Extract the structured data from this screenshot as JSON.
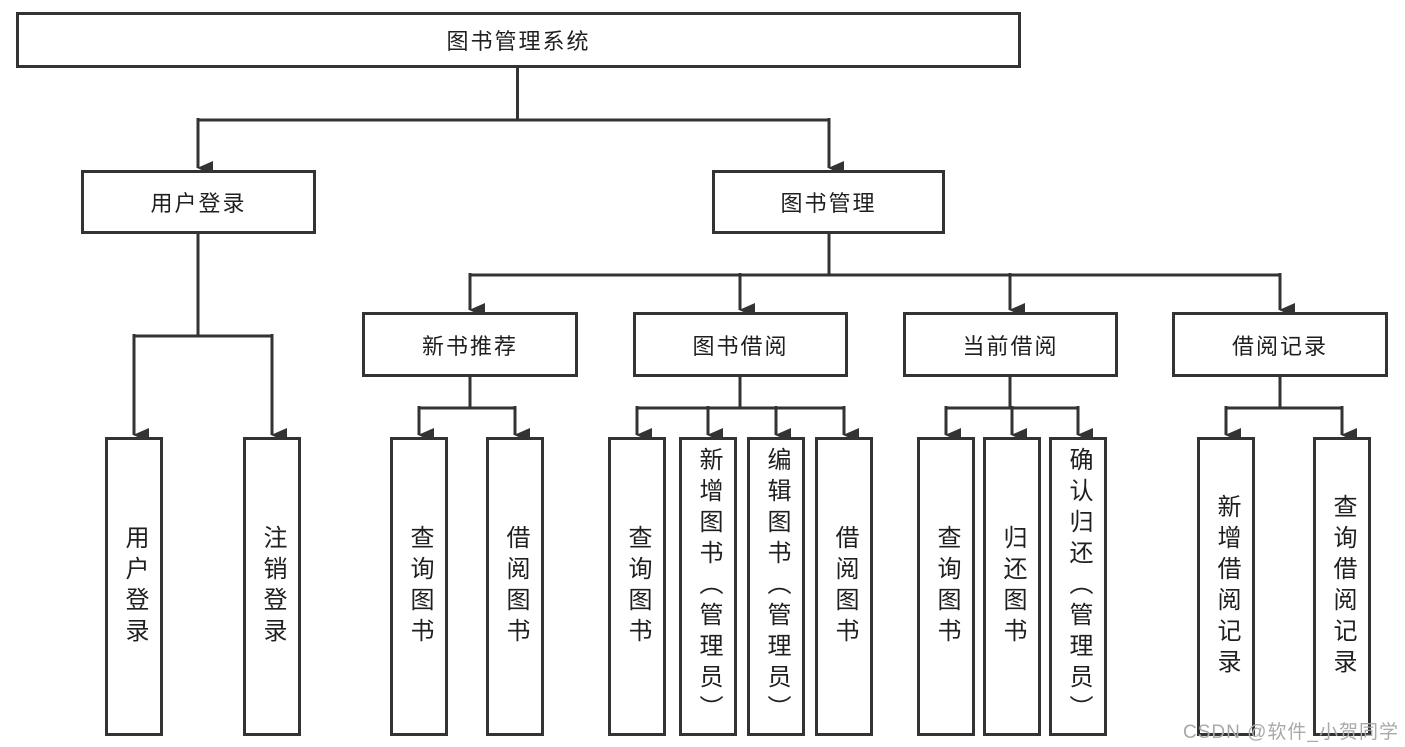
{
  "diagram": {
    "root": "图书管理系统",
    "level2": {
      "user_login": "用户登录",
      "book_management": "图书管理"
    },
    "level3": {
      "new_book": "新书推荐",
      "book_borrow": "图书借阅",
      "current_borrow": "当前借阅",
      "borrow_records": "借阅记录"
    },
    "leaves": {
      "user_login": [
        "用户登录",
        "注销登录"
      ],
      "new_book": [
        "查询图书",
        "借阅图书"
      ],
      "book_borrow": [
        "查询图书",
        "新增图书（管理员）",
        "编辑图书（管理员）",
        "借阅图书"
      ],
      "current_borrow": [
        "查询图书",
        "归还图书",
        "确认归还（管理员）"
      ],
      "borrow_records": [
        "新增借阅记录",
        "查询借阅记录"
      ]
    },
    "watermark": "CSDN @软件_小贺同学",
    "colors": {
      "line": "#333333",
      "box_border": "#333333",
      "text": "#1f1f1f",
      "background": "#ffffff",
      "watermark": "#a9a9a9"
    }
  }
}
